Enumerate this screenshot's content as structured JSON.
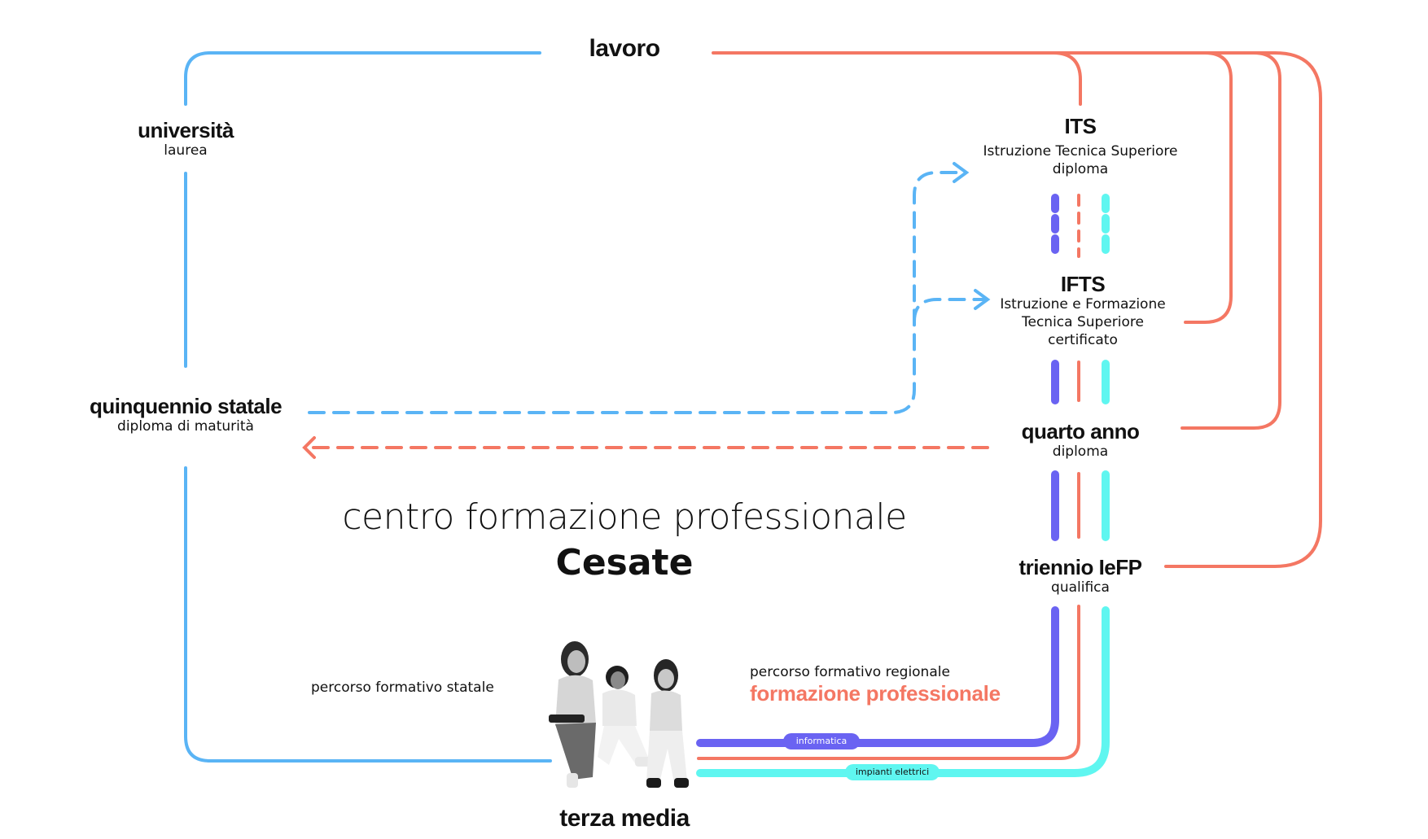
{
  "colors": {
    "state": "#5ab4f5",
    "regional": "#f47763",
    "informatica": "#6a63f2",
    "impianti": "#5ff6f0"
  },
  "nodes": {
    "lavoro": {
      "title": "lavoro"
    },
    "universita": {
      "title": "università",
      "subtitle": "laurea"
    },
    "quinquennio": {
      "title": "quinquennio statale",
      "subtitle": "diploma di maturità"
    },
    "its": {
      "title": "ITS",
      "line1": "Istruzione Tecnica Superiore",
      "line2": "diploma"
    },
    "ifts": {
      "title": "IFTS",
      "line1": "Istruzione e Formazione",
      "line2": "Tecnica Superiore",
      "line3": "certificato"
    },
    "quarto": {
      "title": "quarto anno",
      "subtitle": "diploma"
    },
    "triennio": {
      "title": "triennio IeFP",
      "subtitle": "qualifica"
    },
    "terza_media": {
      "title": "terza media"
    }
  },
  "center": {
    "line1": "centro formazione professionale",
    "line2": "Cesate"
  },
  "paths": {
    "statale": "percorso formativo statale",
    "regionale_line1": "percorso formativo regionale",
    "regionale_line2": "formazione professionale"
  },
  "tracks": {
    "informatica": "informatica",
    "impianti": "impianti elettrici"
  }
}
